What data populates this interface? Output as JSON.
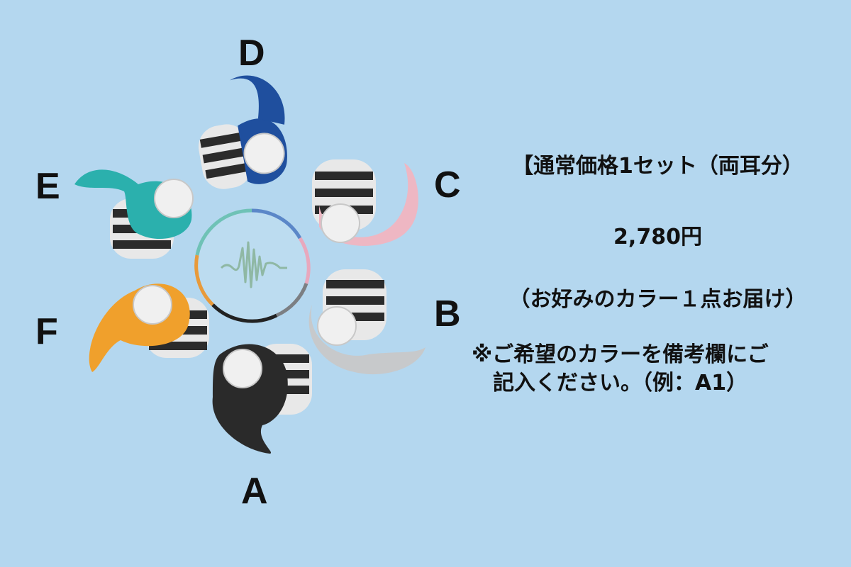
{
  "variants": [
    {
      "label": "A",
      "color": "#2a2a2a",
      "icon": "earplug-black-icon"
    },
    {
      "label": "B",
      "color": "#c7c9cb",
      "icon": "earplug-gray-icon"
    },
    {
      "label": "C",
      "color": "#eeb7c3",
      "icon": "earplug-pink-icon"
    },
    {
      "label": "D",
      "color": "#1f4f9e",
      "icon": "earplug-blue-icon"
    },
    {
      "label": "E",
      "color": "#2bb0ad",
      "icon": "earplug-teal-icon"
    },
    {
      "label": "F",
      "color": "#f0a02c",
      "icon": "earplug-orange-icon"
    }
  ],
  "center_logo": {
    "icon": "sound-wave-ring-icon",
    "colors": [
      "#5b87c8",
      "#e8a8bd",
      "#7c7f83",
      "#222222",
      "#e89a3a",
      "#6fc2b6"
    ]
  },
  "info": {
    "title": "【通常価格1セット（両耳分）",
    "price": "2,780円",
    "options": "（お好みのカラー１点お届け）",
    "note_line1": "※ご希望のカラーを備考欄にご",
    "note_line2": "記入ください。（例：A1）"
  }
}
